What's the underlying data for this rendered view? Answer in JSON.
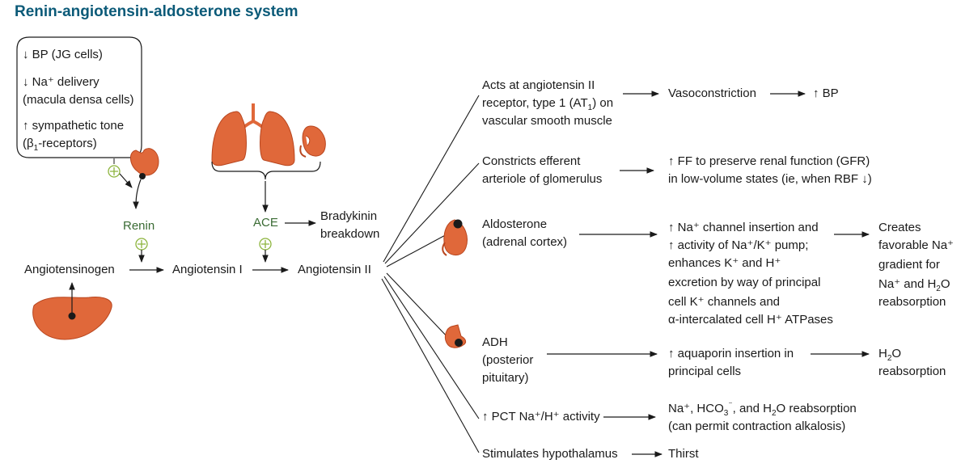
{
  "title": "Renin-angiotensin-aldosterone system",
  "triggers": {
    "bp": "↓ BP (JG cells)",
    "na_l1": "↓ Na⁺ delivery",
    "na_l2": "(macula densa cells)",
    "symp_l1": "↑ sympathetic tone",
    "symp_l2_a": "(β",
    "symp_l2_sub": "1",
    "symp_l2_b": "-receptors)"
  },
  "nodes": {
    "renin": "Renin",
    "ace": "ACE",
    "bradykinin_l1": "Bradykinin",
    "bradykinin_l2": "breakdown",
    "angiotensinogen": "Angiotensinogen",
    "angiotensin1": "Angiotensin I",
    "angiotensin2": "Angiotensin II",
    "plus": "+"
  },
  "effects": {
    "at1": {
      "l1": "Acts at angiotensin II",
      "l2_a": "receptor, type 1 (AT",
      "l2_sub": "1",
      "l2_b": ") on",
      "l3": "vascular smooth muscle",
      "result": "Vasoconstriction",
      "outcome": "↑ BP"
    },
    "efferent": {
      "l1": "Constricts efferent",
      "l2": "arteriole of glomerulus",
      "result_l1": "↑ FF to preserve renal function (GFR)",
      "result_l2": "in low-volume states (ie, when RBF ↓)"
    },
    "aldosterone": {
      "l1": "Aldosterone",
      "l2": "(adrenal cortex)",
      "result_l1": "↑ Na⁺ channel insertion and",
      "result_l2": "↑ activity of Na⁺/K⁺ pump;",
      "result_l3": "enhances K⁺ and H⁺",
      "result_l4": "excretion by way of principal",
      "result_l5": "cell K⁺ channels and",
      "result_l6": "α-intercalated cell H⁺ ATPases",
      "outcome_l1": "Creates",
      "outcome_l2": "favorable Na⁺",
      "outcome_l3": "gradient for",
      "outcome_l4_a": "Na⁺ and H",
      "outcome_l4_sub": "2",
      "outcome_l4_b": "O",
      "outcome_l5": "reabsorption"
    },
    "adh": {
      "l1": "ADH",
      "l2": "(posterior",
      "l3": "pituitary)",
      "result_l1": "↑ aquaporin insertion in",
      "result_l2": "principal cells",
      "outcome_l1_a": "H",
      "outcome_l1_sub": "2",
      "outcome_l1_b": "O",
      "outcome_l2": "reabsorption"
    },
    "pct": {
      "l1": "↑ PCT Na⁺/H⁺ activity",
      "result_l1_a": "Na⁺, HCO",
      "result_l1_sub": "3",
      "result_l1_sup": "⁻",
      "result_l1_b": ", and H",
      "result_l1_sub2": "2",
      "result_l1_c": "O reabsorption",
      "result_l2": "(can permit contraction alkalosis)"
    },
    "thirst": {
      "l1": "Stimulates hypothalamus",
      "result": "Thirst"
    }
  },
  "colors": {
    "title": "#0b5a78",
    "organ": "#e0683a",
    "organ_dark": "#b8461f",
    "stimulus_green": "#8cb43c",
    "label_green": "#3a6b34"
  },
  "icons": [
    "kidney-icon",
    "lungs-icon",
    "liver-icon",
    "adrenal-kidney-icon",
    "pituitary-icon",
    "plus-icon"
  ]
}
